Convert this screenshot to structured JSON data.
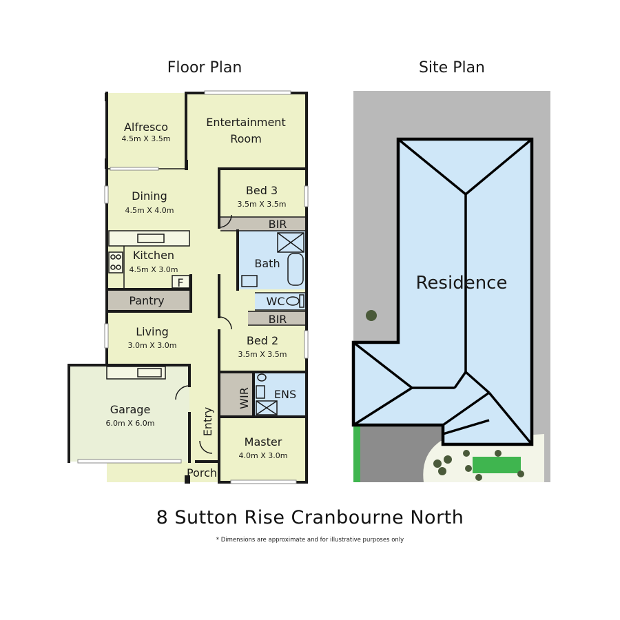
{
  "floor_plan_title": "Floor Plan",
  "site_plan_title": "Site Plan",
  "address": "8 Sutton Rise Cranbourne North",
  "disclaimer": "* Dimensions are approximate and for illustrative purposes only",
  "rooms": {
    "alfresco": {
      "name": "Alfresco",
      "dims": "4.5m X 3.5m"
    },
    "entertainment_1": "Entertainment",
    "entertainment_2": "Room",
    "dining": {
      "name": "Dining",
      "dims": "4.5m X 4.0m"
    },
    "bed3": {
      "name": "Bed 3",
      "dims": "3.5m X 3.5m"
    },
    "bir_top": "BIR",
    "bath": "Bath",
    "kitchen": {
      "name": "Kitchen",
      "dims": "4.5m X 3.0m"
    },
    "fridge": "F",
    "pantry": "Pantry",
    "wc": "WC",
    "bir_bottom": "BIR",
    "living": {
      "name": "Living",
      "dims": "3.0m X 3.0m"
    },
    "bed2": {
      "name": "Bed 2",
      "dims": "3.5m X 3.5m"
    },
    "garage": {
      "name": "Garage",
      "dims": "6.0m X 6.0m"
    },
    "wir": "WIR",
    "ens": "ENS",
    "entry": "Entry",
    "master": {
      "name": "Master",
      "dims": "4.0m X 3.0m"
    },
    "porch": "Porch"
  },
  "site": {
    "residence_label": "Residence"
  },
  "colors": {
    "floor_fill": "#eef2c9",
    "wet_area": "#cfe6f7",
    "storage": "#c8c4b8",
    "garage_fill": "#eaf0d8",
    "site_ground": "#b9b9b9",
    "roof_fill": "#cfe7f8",
    "grass": "#3fb54f",
    "driveway": "#8c8c8c",
    "garden": "#f3f5e8"
  }
}
